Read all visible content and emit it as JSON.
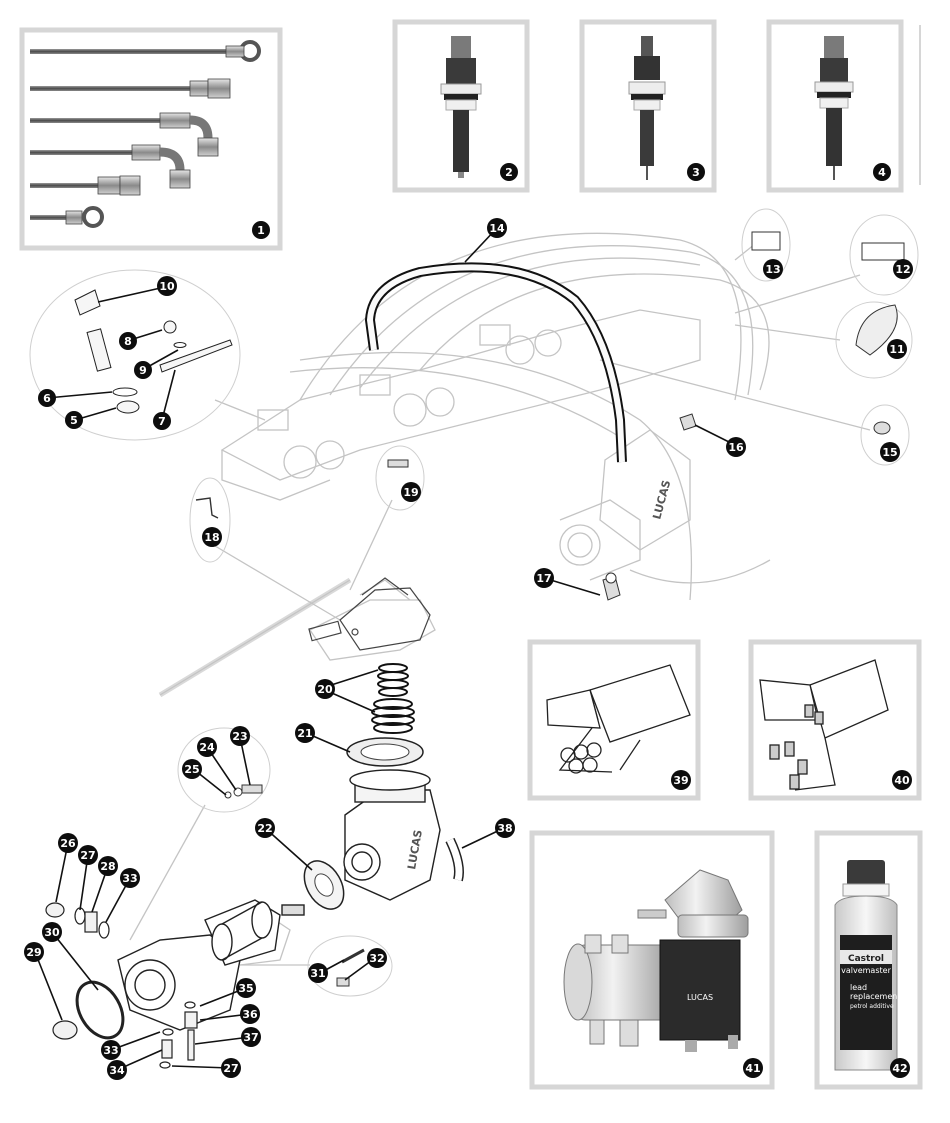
{
  "diagram": {
    "callouts": [
      "1",
      "2",
      "3",
      "4",
      "5",
      "6",
      "7",
      "8",
      "9",
      "10",
      "11",
      "12",
      "13",
      "14",
      "15",
      "16",
      "17",
      "18",
      "19",
      "20",
      "21",
      "22",
      "23",
      "24",
      "25",
      "26",
      "27",
      "28",
      "29",
      "30",
      "31",
      "32",
      "33",
      "34",
      "35",
      "36",
      "37",
      "38",
      "39",
      "40",
      "41",
      "42"
    ],
    "extra_callouts": {
      "c27b": "27",
      "c33b": "33"
    },
    "brand_lucas": "LUCAS",
    "bottle_brand": "Castrol",
    "bottle_product": "valvemaster",
    "bottle_line1": "lead",
    "bottle_line2": "replacement",
    "bottle_line3": "petrol additive"
  },
  "colors": {
    "frame": "#d6d6d6",
    "ink": "#111111",
    "faint": "#bfbfbf",
    "callout": "#0d0d0d"
  }
}
